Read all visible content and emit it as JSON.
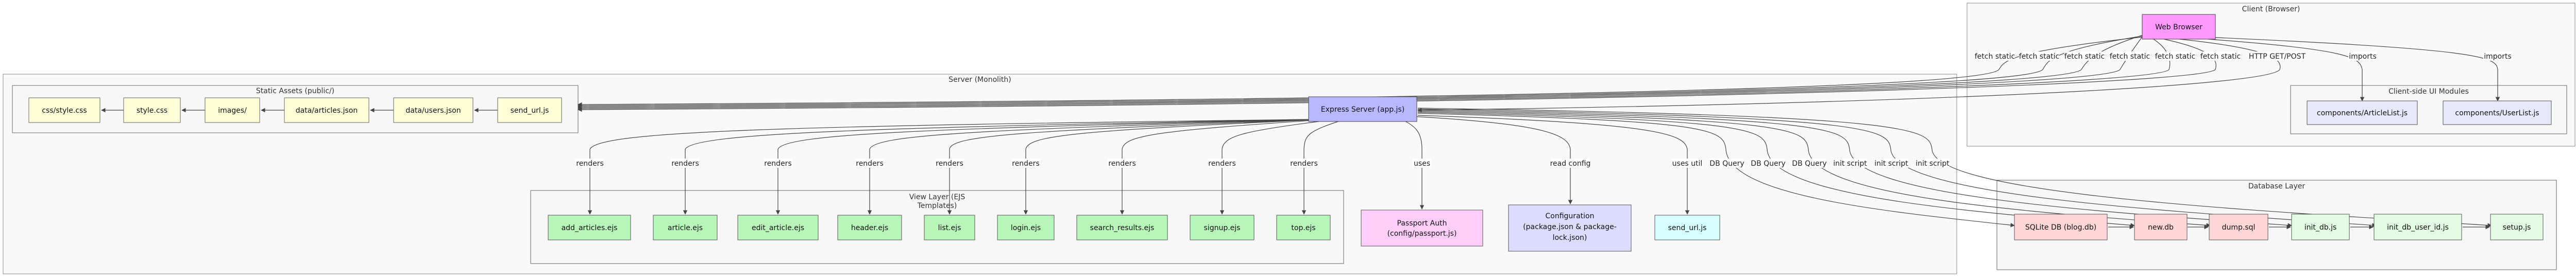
{
  "groups": {
    "client": "Client (Browser)",
    "client_modules": "Client-side UI Modules",
    "server": "Server (Monolith)",
    "static_assets": "Static Assets (public/)",
    "view_layer_line1": "View Layer (EJS",
    "view_layer_line2": "Templates)",
    "database": "Database Layer"
  },
  "nodes": {
    "web_browser": "Web Browser",
    "article_list": "components/ArticleList.js",
    "user_list": "components/UserList.js",
    "css_style": "css/style.css",
    "style_css": "style.css",
    "images": "images/",
    "articles_json": "data/articles.json",
    "users_json": "data/users.json",
    "send_url_static": "send_url.js",
    "express": "Express Server (app.js)",
    "add_articles": "add_articles.ejs",
    "article_ejs": "article.ejs",
    "edit_article": "edit_article.ejs",
    "header_ejs": "header.ejs",
    "list_ejs": "list.ejs",
    "login_ejs": "login.ejs",
    "search_results": "search_results.ejs",
    "signup_ejs": "signup.ejs",
    "top_ejs": "top.ejs",
    "passport_line1": "Passport Auth",
    "passport_line2": "(config/passport.js)",
    "config_line1": "Configuration",
    "config_line2": "(package.json & package-",
    "config_line3": "lock.json)",
    "send_url_server": "send_url.js",
    "sqlite": "SQLite DB (blog.db)",
    "new_db": "new.db",
    "dump_sql": "dump.sql",
    "init_db": "init_db.js",
    "init_db_user_id": "init_db_user_id.js",
    "setup_js": "setup.js"
  },
  "edge_labels": {
    "fetch_static": "fetch static",
    "http": "HTTP GET/POST",
    "imports": "imports",
    "renders": "renders",
    "uses": "uses",
    "read_config": "read config",
    "uses_util": "uses util",
    "db_query": "DB Query",
    "init_script": "init script"
  }
}
